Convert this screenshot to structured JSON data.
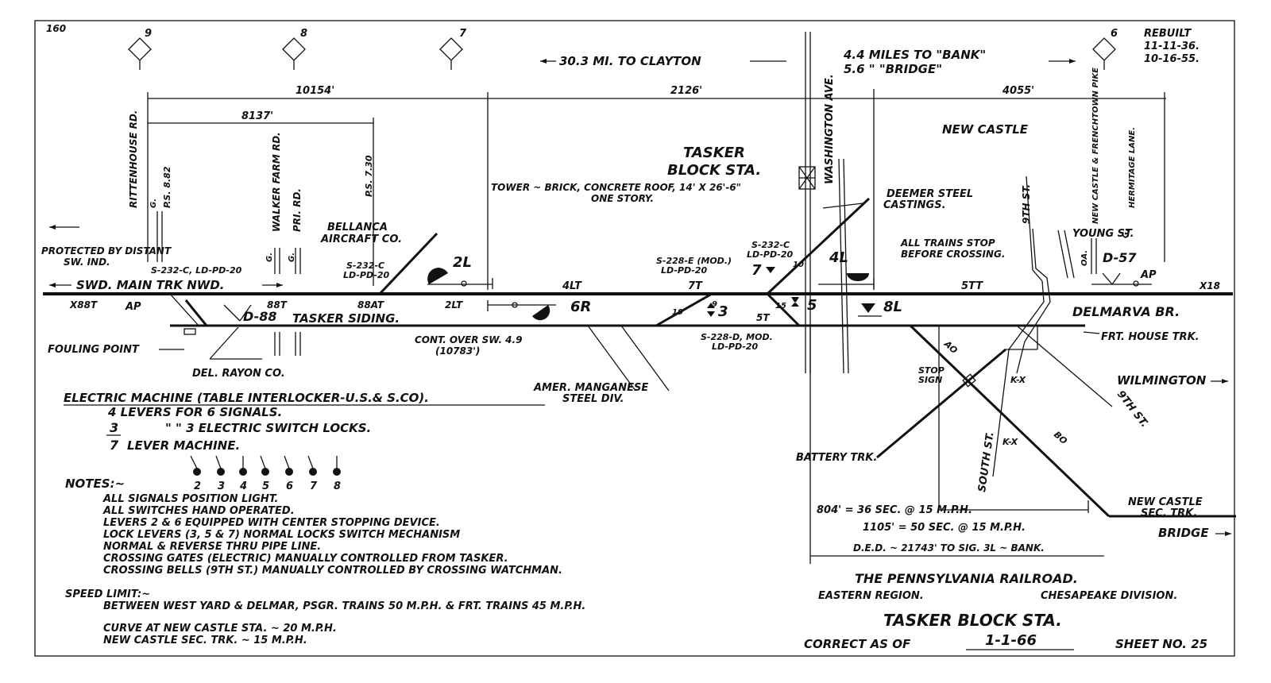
{
  "sheet_corner": "160",
  "rebuilt": {
    "label": "REBUILT",
    "dates": [
      "11-11-36.",
      "10-16-55."
    ]
  },
  "mileposts": [
    "9",
    "8",
    "7",
    "6"
  ],
  "distances": {
    "to_clayton": "30.3 MI. TO CLAYTON",
    "to_bank": "4.4 MILES TO \"BANK\"",
    "to_bridge": "5.6   \"    \"BRIDGE\"",
    "d1": "10154'",
    "d2": "2126'",
    "d3": "4055'",
    "d4": "8137'"
  },
  "roads": {
    "rittenhouse": "RITTENHOUSE RD.",
    "ps882": "P.S. 8.82",
    "walker": "WALKER FARM RD.",
    "pri": "PRI. RD.",
    "ps730": "P.S. 7.30",
    "washington": "WASHINGTON AVE.",
    "ninth_st": "9TH ST.",
    "newcastle_pike": "NEW CASTLE & FRENCHTOWN PIKE",
    "hermitage": "HERMITAGE LANE.",
    "south_st": "SOUTH ST.",
    "ninth_st_2": "9TH ST.",
    "g": "G."
  },
  "labels": {
    "new_castle": "NEW CASTLE",
    "tasker": "TASKER",
    "block_sta": "BLOCK STA.",
    "tower": "TOWER ~ BRICK, CONCRETE ROOF, 14' X 26'-6\"",
    "one_story": "ONE STORY.",
    "deemer1": "DEEMER STEEL",
    "deemer2": "CASTINGS.",
    "bellanca1": "BELLANCA",
    "bellanca2": "AIRCRAFT CO.",
    "protected1": "PROTECTED BY DISTANT",
    "protected2": "SW. IND.",
    "all_trains1": "ALL TRAINS STOP",
    "all_trains2": "BEFORE CROSSING.",
    "young": "YOUNG ST.",
    "main_trk": "SWD. MAIN TRK NWD.",
    "tasker_siding": "TASKER SIDING.",
    "delmarva": "DELMARVA BR.",
    "frt_house": "FRT. HOUSE TRK.",
    "wilmington": "WILMINGTON",
    "fouling": "FOULING POINT",
    "del_rayon": "DEL. RAYON CO.",
    "cont_over1": "CONT. OVER SW. 4.9",
    "cont_over2": "(10783')",
    "amer1": "AMER. MANGANESE",
    "amer2": "STEEL DIV.",
    "stop_sign1": "STOP",
    "stop_sign2": "SIGN",
    "battery": "BATTERY TRK.",
    "nc_sec1": "NEW CASTLE",
    "nc_sec2": "SEC. TRK.",
    "bridge": "BRIDGE",
    "ao": "AO",
    "bo": "BO",
    "oa": "OA."
  },
  "signals": {
    "s2L": "2L",
    "s4L": "4L",
    "s6R": "6R",
    "s8L": "8L",
    "s3": "3",
    "s5": "5",
    "s7": "7",
    "d88": "D-88",
    "d57": "D-57",
    "ap1": "AP",
    "ap2": "AP",
    "x88t": "X88T",
    "x18": "X18",
    "t88": "88T",
    "t88at": "88AT",
    "t2lt": "2LT",
    "t4lt": "4LT",
    "t7t": "7T",
    "t5t": "5T",
    "t5tt": "5TT",
    "sw19": "19",
    "sw9": "9",
    "sw15": "15",
    "sw10": "10",
    "s232c_a": "S-232-C, LD-PD-20",
    "s232c_b1": "S-232-C",
    "s232c_b2": "LD-PD-20",
    "s228e1": "S-228-E (MOD.)",
    "s228e2": "LD-PD-20",
    "s232c_c1": "S-232-C",
    "s232c_c2": "LD-PD-20",
    "s228d1": "S-228-D, MOD.",
    "s228d2": "LD-PD-20"
  },
  "machine": {
    "title": "ELECTRIC MACHINE (TABLE INTERLOCKER-U.S.& S.CO).",
    "line1": "4 LEVERS FOR 6 SIGNALS.",
    "line2_num": "3",
    "line2": "\"     \"   3 ELECTRIC SWITCH LOCKS.",
    "line3_num": "7",
    "line3": "LEVER MACHINE.",
    "levers": [
      "2",
      "3",
      "4",
      "5",
      "6",
      "7",
      "8"
    ]
  },
  "notes": {
    "title": "NOTES:~",
    "items": [
      "ALL SIGNALS POSITION LIGHT.",
      "ALL SWITCHES HAND OPERATED.",
      "LEVERS 2 & 6 EQUIPPED WITH CENTER STOPPING DEVICE.",
      "LOCK LEVERS (3, 5 & 7) NORMAL LOCKS SWITCH MECHANISM",
      "NORMAL & REVERSE THRU PIPE LINE.",
      "CROSSING GATES (ELECTRIC) MANUALLY CONTROLLED FROM TASKER.",
      "CROSSING BELLS (9TH ST.) MANUALLY CONTROLLED BY CROSSING WATCHMAN."
    ]
  },
  "speed": {
    "title": "SPEED LIMIT:~",
    "line1": "BETWEEN WEST YARD & DELMAR, PSGR. TRAINS 50 M.P.H. & FRT. TRAINS 45 M.P.H.",
    "line2": "CURVE AT NEW CASTLE STA. ~ 20 M.P.H.",
    "line3": "NEW CASTLE SEC. TRK. ~ 15 M.P.H."
  },
  "timing": {
    "t1": "804' = 36 SEC. @ 15 M.P.H.",
    "t2": "1105' = 50 SEC. @ 15 M.P.H.",
    "ded": "D.E.D. ~ 21743' TO SIG. 3L ~ BANK."
  },
  "title_block": {
    "railroad": "THE PENNSYLVANIA RAILROAD.",
    "region": "EASTERN REGION.",
    "division": "CHESAPEAKE DIVISION.",
    "station": "TASKER BLOCK STA.",
    "correct_as_of": "CORRECT AS OF",
    "date": "1-1-66",
    "sheet": "SHEET NO. 25"
  }
}
